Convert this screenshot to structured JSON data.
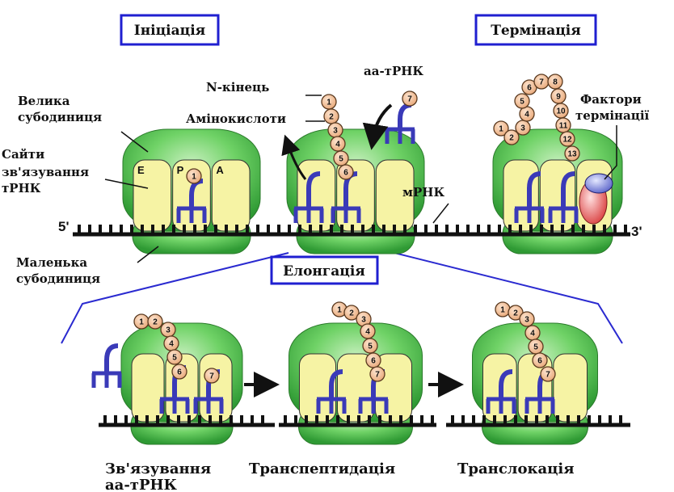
{
  "stages": {
    "initiation": "Ініціація",
    "elongation": "Елонгація",
    "termination": "Термінація"
  },
  "labels": {
    "large_subunit": [
      "Велика",
      "субодиниця"
    ],
    "binding_sites": [
      "Сайти",
      "зв'язування",
      "тРНК"
    ],
    "small_subunit": [
      "Маленька",
      "субодиниця"
    ],
    "n_terminus": "N-кінець",
    "amino_acids": "Амінокислоти",
    "aa_trna": "аа-тРНК",
    "mrna": "мРНК",
    "termination_factors": [
      "Фактори",
      "термінації"
    ],
    "five_prime": "5'",
    "three_prime": "3'"
  },
  "sites": [
    "E",
    "P",
    "A"
  ],
  "steps": {
    "binding": [
      "Зв'язування",
      "аа-тРНК"
    ],
    "transpeptidation": "Транспептидація",
    "translocation": "Транслокація"
  },
  "chains": {
    "initiation": [
      "1"
    ],
    "elongation_top": [
      "1",
      "2",
      "3",
      "4",
      "5",
      "6"
    ],
    "incoming": [
      "7"
    ],
    "termination": [
      "1",
      "2",
      "3",
      "4",
      "5",
      "6",
      "7",
      "8",
      "9",
      "10",
      "11",
      "12",
      "13"
    ],
    "binding": [
      "1",
      "2",
      "3",
      "4",
      "5",
      "6",
      "7"
    ],
    "transpeptidation": [
      "1",
      "2",
      "3",
      "4",
      "5",
      "6",
      "7"
    ],
    "translocation": [
      "1",
      "2",
      "3",
      "4",
      "5",
      "6",
      "7"
    ]
  },
  "colors": {
    "ribosome": "#5fc85a",
    "site": "#f6f3a4",
    "trna": "#3a3ab8",
    "bead": "#f3c19a",
    "frame": "#1f1fd0",
    "factor_blue": "#7b86dd",
    "factor_red": "#e65a5a"
  }
}
